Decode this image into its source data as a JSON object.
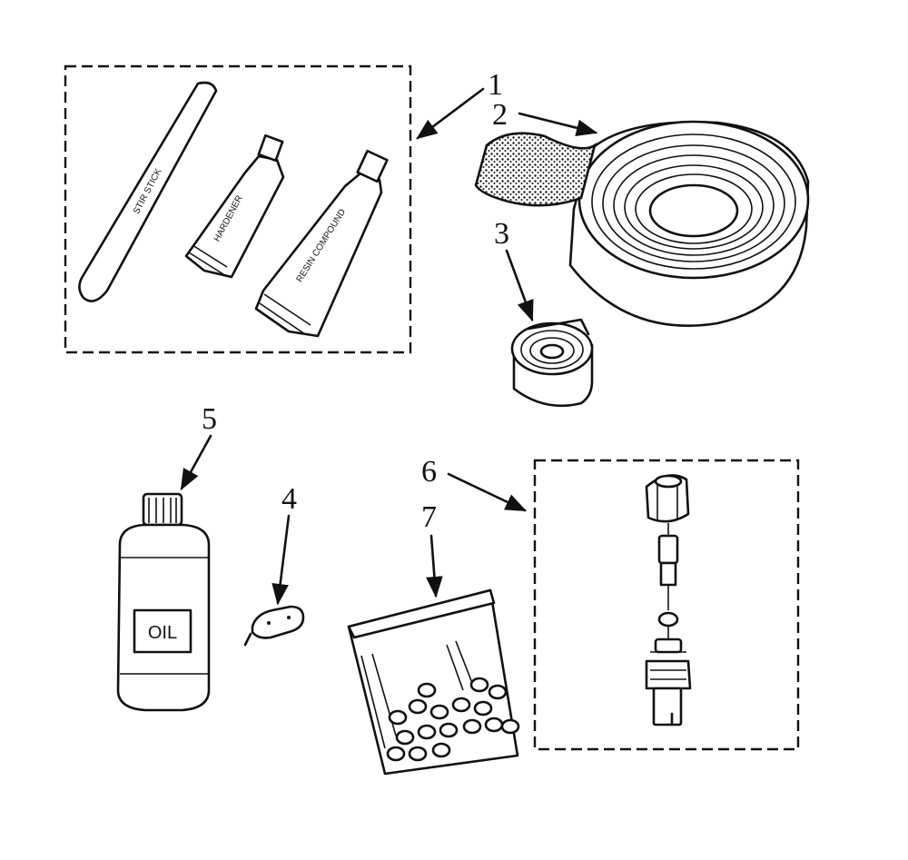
{
  "callouts": {
    "c1": "1",
    "c2": "2",
    "c3": "3",
    "c4": "4",
    "c5": "5",
    "c6": "6",
    "c7": "7"
  },
  "labels": {
    "stir_stick": "STIR STICK",
    "hardener": "HARDENER",
    "resin_compound": "RESIN COMPOUND",
    "oil": "OIL"
  }
}
